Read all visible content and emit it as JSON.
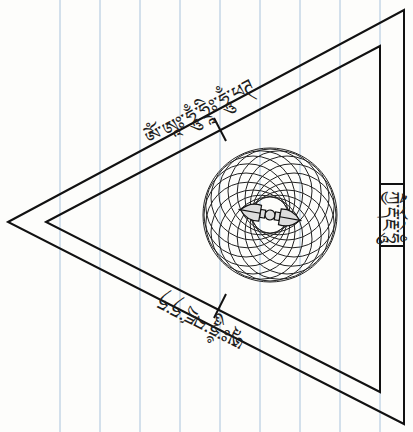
{
  "diagram": {
    "labels": [
      "ཨོཾ་ཨཱཿ་ཧཱུྃ་ཧྲཱིཿ་ཧཱུྃ་ཕཊ",
      "ཀྱཻ་རྡོ་རྗེ་ཧཱུྃ",
      "ཨཱཿ་ཧཱུྃ་བཛྲ་ཧ་ཧ"
    ]
  }
}
